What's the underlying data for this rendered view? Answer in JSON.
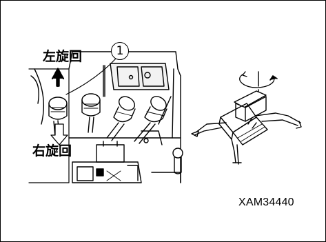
{
  "labels": {
    "swing_left": "左旋回",
    "swing_right": "右旋回",
    "callout_number": "1",
    "figure_code": "XAM34440"
  },
  "colors": {
    "line": "#000000",
    "background": "#ffffff",
    "panel": "#f2f2f2"
  }
}
